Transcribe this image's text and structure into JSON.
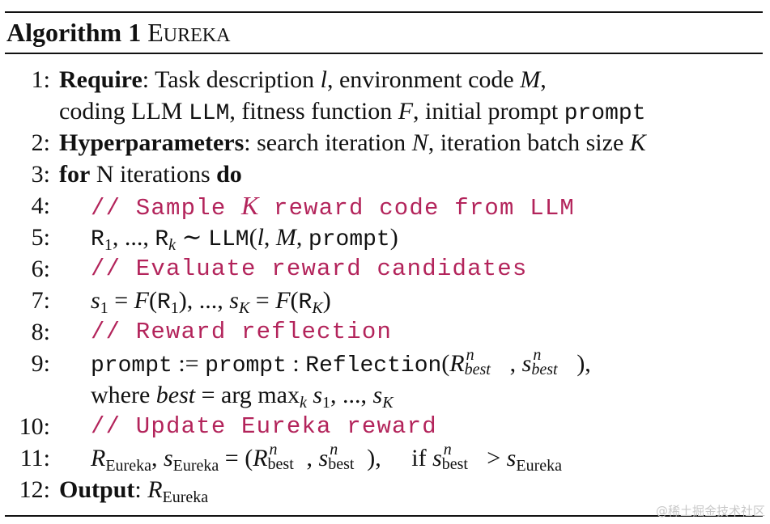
{
  "title": {
    "prefix": "Algorithm 1",
    "name_first": "E",
    "name_rest": "UREKA"
  },
  "lines": [
    {
      "num": "1:",
      "kw": "Require",
      "text": ": Task description ",
      "var1": "l",
      "text2": ", environment code ",
      "var2": "M",
      "text3": ","
    },
    {
      "cont": "coding LLM ",
      "mono1": "LLM",
      "cont2": ", fitness function ",
      "var1": "F",
      "cont3": ", initial prompt ",
      "mono2": "prompt"
    },
    {
      "num": "2:",
      "kw": "Hyperparameters",
      "text": ": search iteration ",
      "var1": "N",
      "text2": ", iteration batch size ",
      "var2": "K"
    },
    {
      "num": "3:",
      "kw": "for",
      "text": " N iterations ",
      "kw2": "do"
    },
    {
      "num": "4:",
      "comment": "// Sample ",
      "var": "K",
      "comment2": " reward code from LLM"
    },
    {
      "num": "5:",
      "expr": "R1, ..., Rk ∼ LLM(l, M, prompt)"
    },
    {
      "num": "6:",
      "comment": "// Evaluate reward candidates"
    },
    {
      "num": "7:",
      "expr": "s1 = F(R1), ..., sK = F(RK)"
    },
    {
      "num": "8:",
      "comment": "// Reward reflection"
    },
    {
      "num": "9:",
      "expr": "prompt := prompt : Reflection(Rnbest, snbest),"
    },
    {
      "cont": "where best = arg maxk s1, ..., sK"
    },
    {
      "num": "10:",
      "comment": "// Update Eureka reward"
    },
    {
      "num": "11:",
      "expr": "REureka, sEureka = (Rnbest, snbest),    if snbest > sEureka"
    },
    {
      "num": "12:",
      "kw": "Output",
      "text": ": ",
      "var1": "R",
      "sub": "Eureka"
    }
  ],
  "tokens": {
    "sup_n": "n",
    "sub_best": "best",
    "sub_Eureka": "Eureka",
    "sub_1": "1",
    "sub_k": "k",
    "sub_K": "K",
    "R": "R",
    "s": "s",
    "ellipsis": ", ..., ",
    "sim": " ∼ ",
    "llm_call": "LLM",
    "prompt": "prompt",
    "reflection": "Reflection",
    "assign": " := ",
    "colon": " : ",
    "where": "where ",
    "best": "best",
    "argmax": " = arg max",
    "if": "if ",
    "gt": " > ",
    "eq": " = "
  },
  "watermark": "@稀土掘金技术社区"
}
